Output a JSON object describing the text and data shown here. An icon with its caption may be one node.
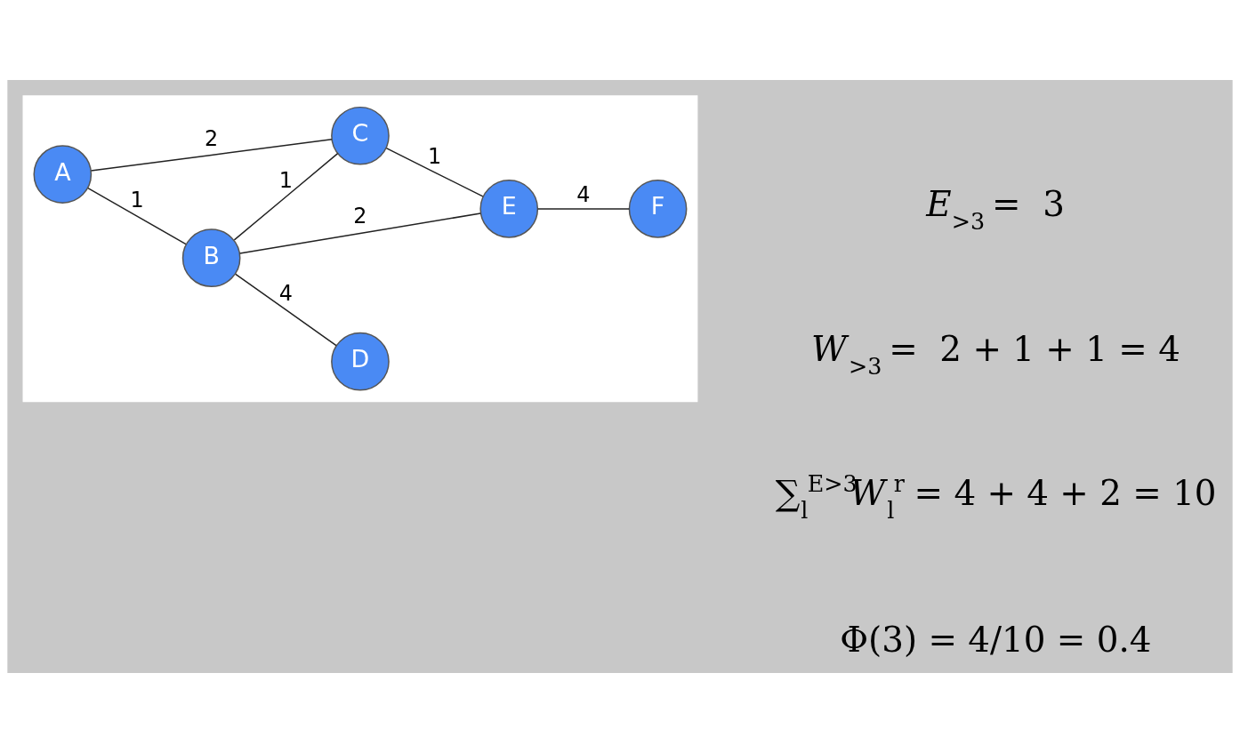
{
  "diagram": {
    "nodes": [
      {
        "text": [],
        "shape": "box"
      },
      {
        "text": [
          "A"
        ],
        "in": 0
      },
      {
        "text": [
          "B"
        ],
        "in": 0
      },
      {
        "text": [
          "C"
        ],
        "in": 0
      },
      {
        "text": [
          "D"
        ],
        "in": 0
      },
      {
        "text": [
          "E"
        ],
        "in": 0
      },
      {
        "text": [
          "F"
        ],
        "in": 0
      }
    ],
    "edges": [
      {
        "from": 1,
        "to": 2,
        "arrow": "none",
        "label": "1"
      },
      {
        "from": 1,
        "to": 3,
        "arrow": "none",
        "label": "2"
      },
      {
        "from": 2,
        "to": 4,
        "arrow": "none",
        "label": "4"
      },
      {
        "from": 2,
        "to": 3,
        "arrow": "none",
        "label": "1"
      },
      {
        "from": 2,
        "to": 5,
        "arrow": "none",
        "label": "2"
      },
      {
        "from": 3,
        "to": 5,
        "arrow": "none",
        "label": "1"
      },
      {
        "from": 5,
        "to": 6,
        "arrow": "none",
        "label": "4"
      }
    ],
    "labels": [
      "*E*$_{>3}$ =  3",
      "*W*$_{>3}$ =  2 + 1 + 1 = 4",
      "∑$_{l}$$^{E>3}$*W*$_{l}$$^{r}$ = 4 + 4 + 2 = 10",
      "Φ(3) = 4/10 = 0.4"
    ]
  }
}
